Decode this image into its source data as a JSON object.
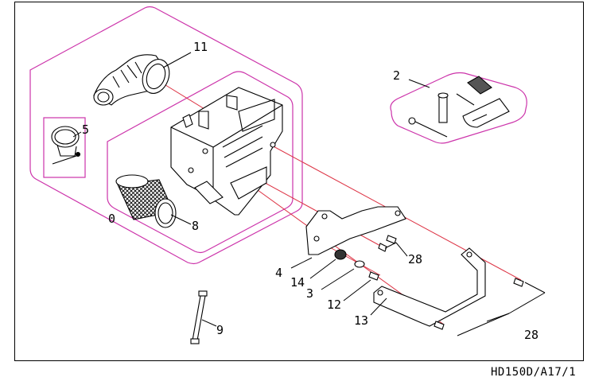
{
  "diagram": {
    "drawing_ref": "HD150D/A17/1",
    "colors": {
      "outline": "#000000",
      "group_boundary": "#cc33aa",
      "leader_line": "#dd3344"
    },
    "callouts": {
      "n0": "0",
      "n2": "2",
      "n3": "3",
      "n4": "4",
      "n5": "5",
      "n8": "8",
      "n9": "9",
      "n11": "11",
      "n12": "12",
      "n13": "13",
      "n14": "14",
      "n28a": "28",
      "n28b": "28"
    }
  }
}
